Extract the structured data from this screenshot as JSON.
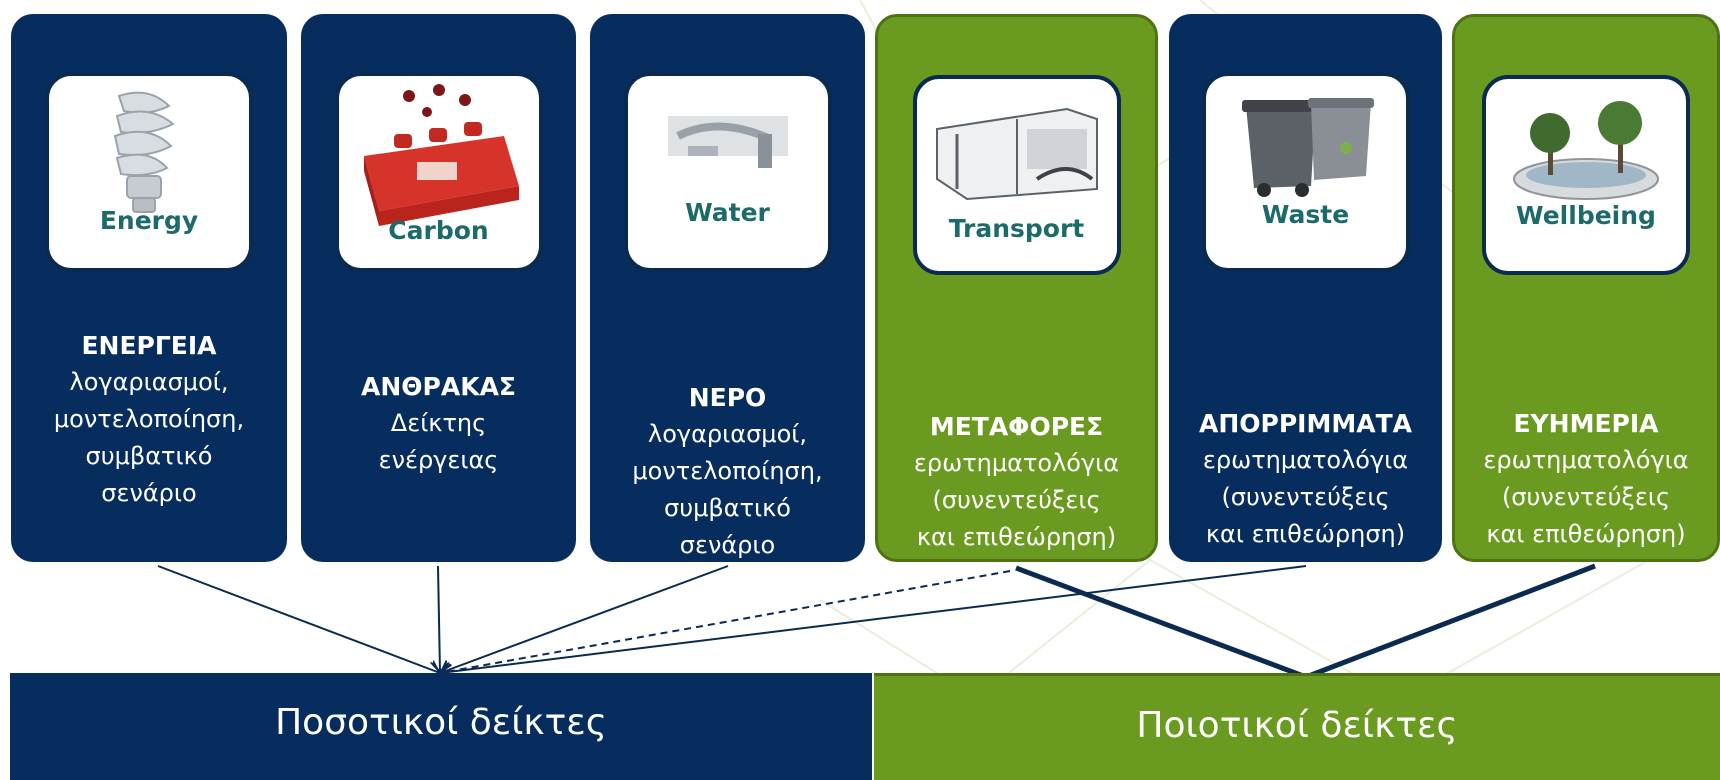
{
  "colors": {
    "navy": "#062d5e",
    "green": "#6a9a1f",
    "icon_label": "#1c6b6a"
  },
  "cards": [
    {
      "icon": "energy-bulb-icon",
      "icon_label": "Energy",
      "title": "ΕΝΕΡΓΕΙΑ",
      "lines": [
        "λογαριασμοί,",
        "μοντελοποίηση,",
        "συμβατικό",
        "σενάριο"
      ],
      "color": "#062d5e"
    },
    {
      "icon": "carbon-battery-icon",
      "icon_label": "Carbon",
      "title": "ΑΝΘΡΑΚΑΣ",
      "lines": [
        "Δείκτης",
        "ενέργειας"
      ],
      "color": "#062d5e"
    },
    {
      "icon": "water-tap-icon",
      "icon_label": "Water",
      "title": "ΝΕΡΟ",
      "lines": [
        "λογαριασμοί,",
        "μοντελοποίηση,",
        "συμβατικό",
        "σενάριο"
      ],
      "color": "#062d5e"
    },
    {
      "icon": "transport-bus-shelter-icon",
      "icon_label": "Transport",
      "title": "ΜΕΤΑΦΟΡΕΣ",
      "lines": [
        "ερωτηματολόγια",
        "(συνεντεύξεις",
        "και επιθεώρηση)"
      ],
      "color": "#6a9a1f"
    },
    {
      "icon": "waste-bins-icon",
      "icon_label": "Waste",
      "title": "ΑΠΟΡΡΙΜΜΑΤΑ",
      "lines": [
        "ερωτηματολόγια",
        "(συνεντεύξεις",
        "και επιθεώρηση)"
      ],
      "color": "#062d5e"
    },
    {
      "icon": "wellbeing-trees-icon",
      "icon_label": "Wellbeing",
      "title": "ΕΥΗΜΕΡΙΑ",
      "lines": [
        "ερωτηματολόγια",
        "(συνεντεύξεις",
        "και επιθεώρηση)"
      ],
      "color": "#6a9a1f"
    }
  ],
  "bottom": {
    "quantitative": "Ποσοτικοί δείκτες",
    "qualitative": "Ποιοτικοί δείκτες"
  }
}
